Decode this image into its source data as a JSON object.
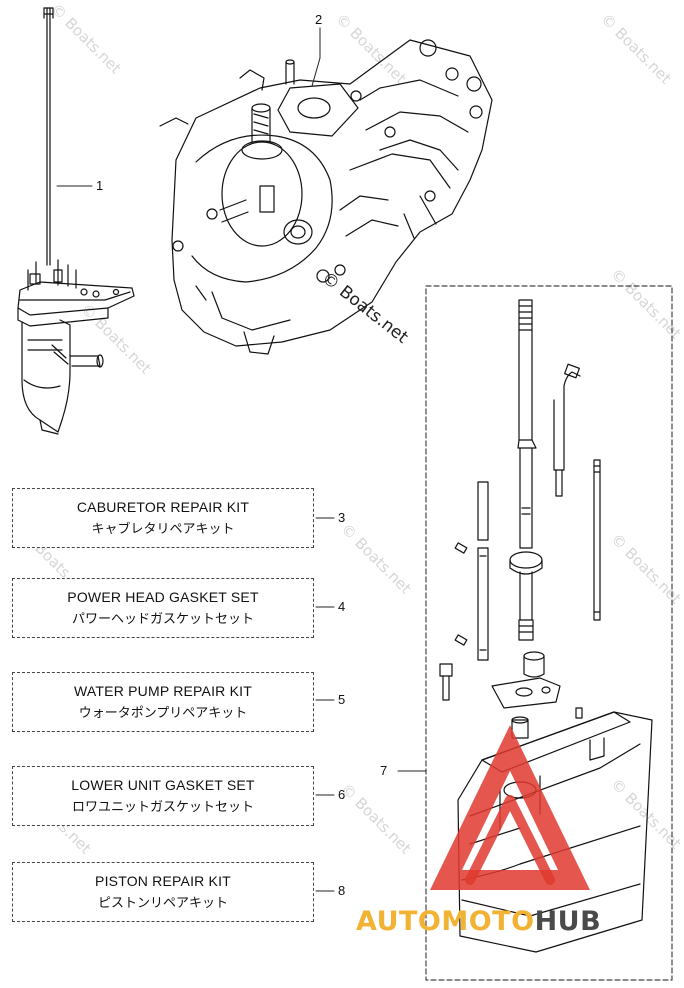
{
  "callouts": [
    {
      "id": "c1",
      "label": "1"
    },
    {
      "id": "c2",
      "label": "2"
    },
    {
      "id": "c3",
      "label": "3"
    },
    {
      "id": "c4",
      "label": "4"
    },
    {
      "id": "c5",
      "label": "5"
    },
    {
      "id": "c6",
      "label": "6"
    },
    {
      "id": "c7",
      "label": "7"
    },
    {
      "id": "c8",
      "label": "8"
    }
  ],
  "kits": [
    {
      "en": "CABURETOR REPAIR KIT",
      "jp": "キャブレタリペアキット",
      "number": "3"
    },
    {
      "en": "POWER HEAD GASKET SET",
      "jp": "パワーヘッドガスケットセット",
      "number": "4"
    },
    {
      "en": "WATER PUMP REPAIR KIT",
      "jp": "ウォータポンプリペアキット",
      "number": "5"
    },
    {
      "en": "LOWER UNIT GASKET SET",
      "jp": "ロワユニットガスケットセット",
      "number": "6"
    },
    {
      "en": "PISTON REPAIR KIT",
      "jp": "ピストンリペアキット",
      "number": "8"
    }
  ],
  "watermark": {
    "text": "© Boats.net"
  },
  "logo": {
    "part1": "AUTOMOTO",
    "part2": "HUB",
    "color_orange": "#f2b233",
    "color_dark": "#4a4a4a",
    "color_red": "#e03a2f"
  }
}
